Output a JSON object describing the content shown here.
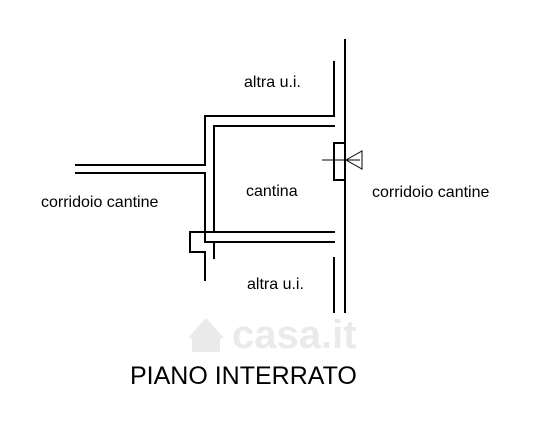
{
  "labels": {
    "upper_unit": "altra u.i.",
    "lower_unit": "altra u.i.",
    "cellar": "cantina",
    "left_corridor": "corridoio cantine",
    "right_corridor": "corridoio cantine"
  },
  "title": "PIANO INTERRATO",
  "watermark": {
    "text": "casa.it",
    "color": "#d9d9d9"
  },
  "colors": {
    "lines": "#000000",
    "background": "#ffffff"
  }
}
